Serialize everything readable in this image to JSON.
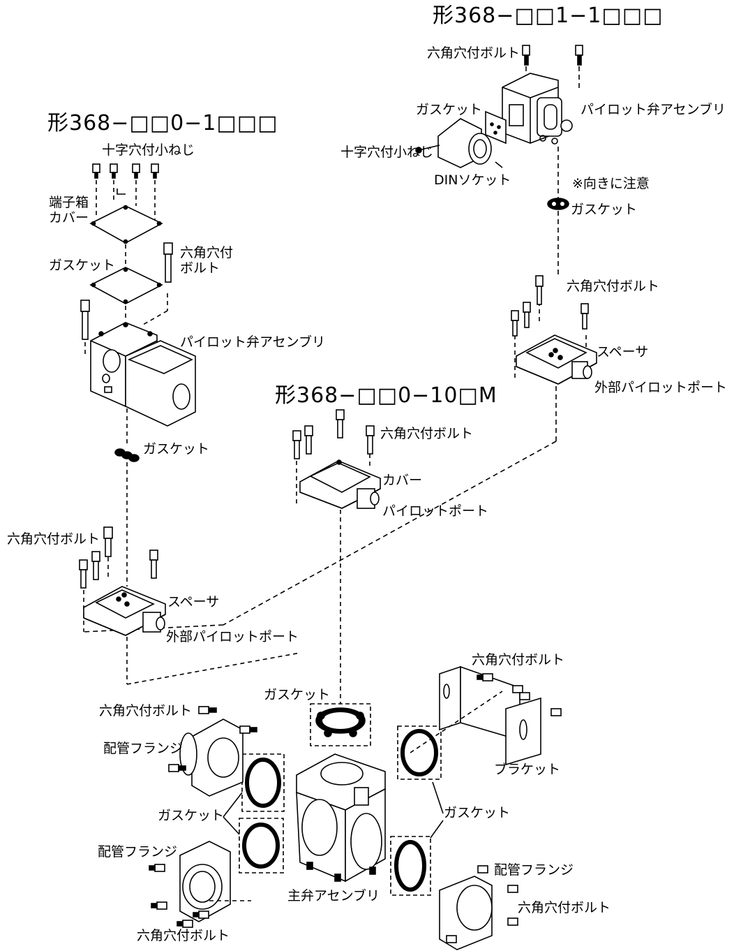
{
  "models": {
    "top_right": "形368−□□1−1□□□",
    "left": "形368−□□0−1□□□",
    "center": "形368−□□0−10□M"
  },
  "labels": {
    "hex_bolt": "六角穴付ボルト",
    "hex_bolt_l1": "六角穴付",
    "hex_bolt_l2": "ボルト",
    "gasket": "ガスケット",
    "pilot_valve_assy": "パイロット弁アセンブリ",
    "cross_screw": "十字穴付小ねじ",
    "din_socket": "DINソケット",
    "orientation_note": "※向きに注意",
    "spacer": "スペーサ",
    "ext_pilot_port": "外部パイロットポート",
    "terminal_box_cover_l1": "端子箱",
    "terminal_box_cover_l2": "カバー",
    "cover": "カバー",
    "pilot_port": "パイロットポート",
    "pipe_flange": "配管フランジ",
    "bracket": "ブラケット",
    "main_valve_assy": "主弁アセンブリ"
  },
  "colors": {
    "line": "#000000",
    "paper": "#ffffff",
    "fill": "#ffffff",
    "dark": "#111111"
  }
}
